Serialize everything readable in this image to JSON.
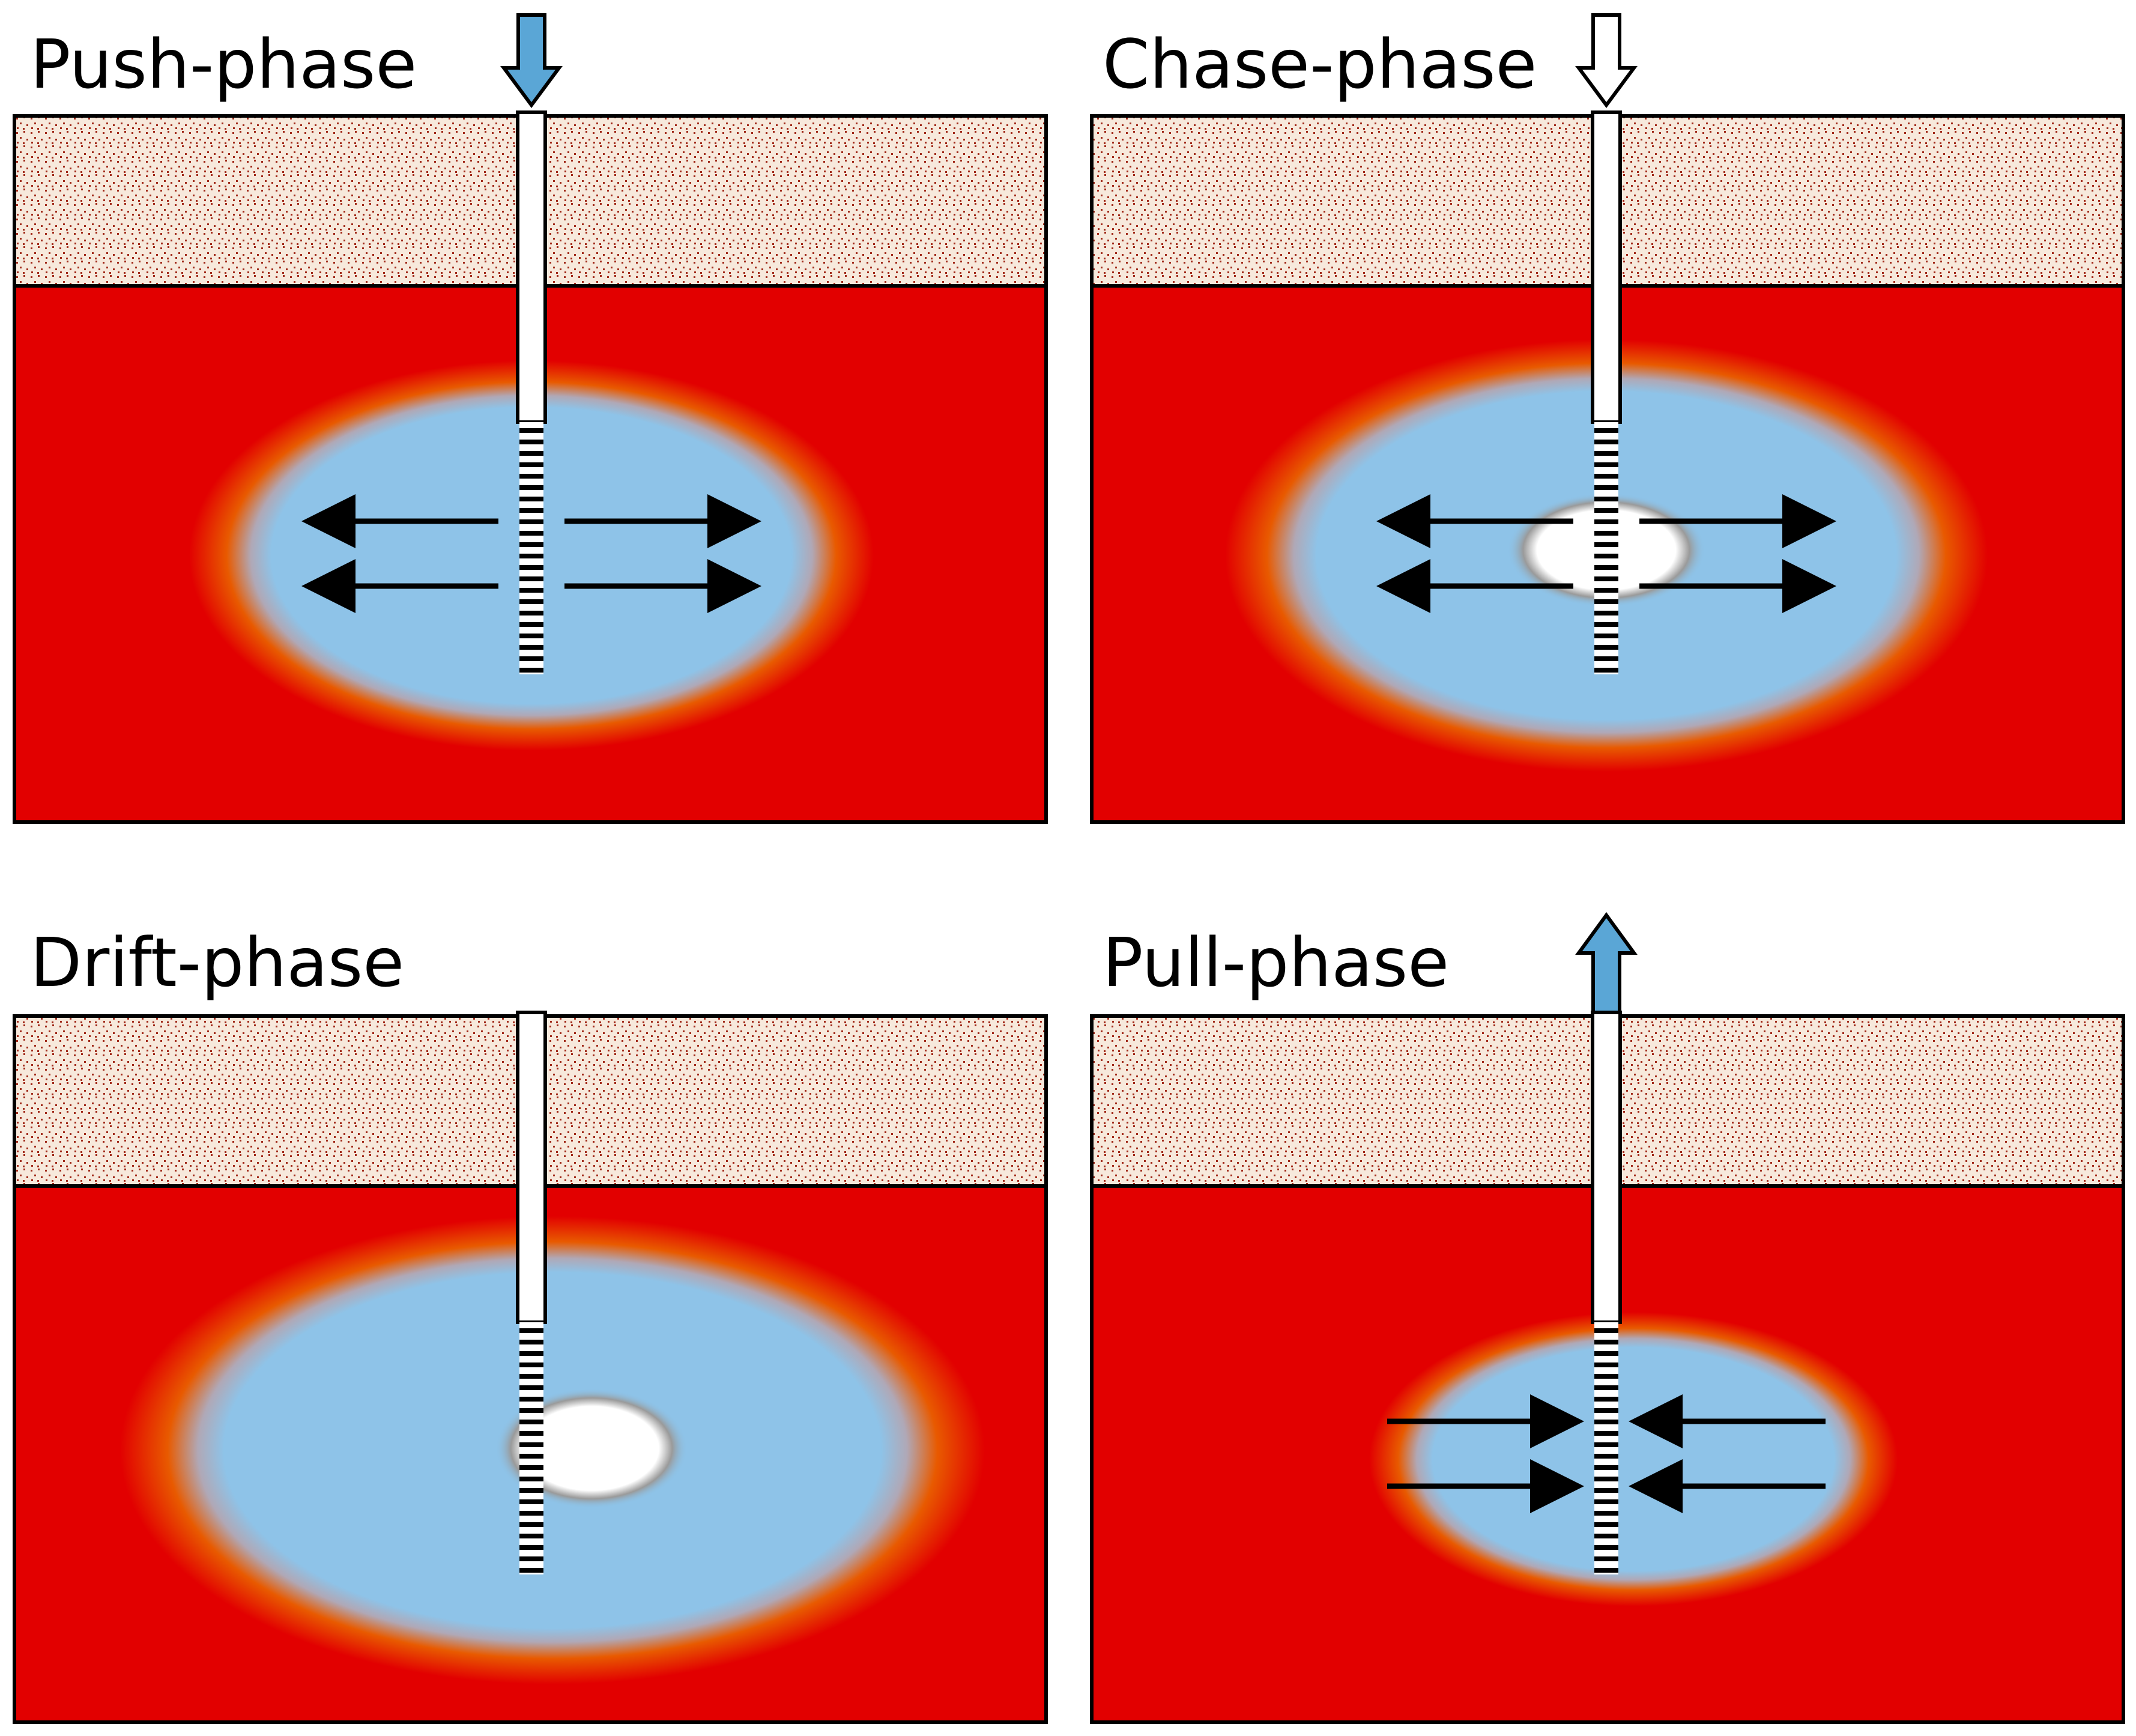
{
  "colors": {
    "background": "#ffffff",
    "surface_soil": "#f7e9dc",
    "soil_dots": "#a12a1a",
    "aquifer": "#e20000",
    "injected_water": "#8ec3e8",
    "transition": "#e85a00",
    "chase_water": "#ffffff",
    "outline": "#000000",
    "inject_arrow_fill": "#5aa6d6"
  },
  "panels": [
    {
      "id": "push",
      "title": "Push-phase",
      "surface_arrow": "down-arrow-icon",
      "surface_arrow_fill": "blue",
      "flow_arrows": "outward",
      "plume_size": "medium",
      "chase_zone": "none"
    },
    {
      "id": "chase",
      "title": "Chase-phase",
      "surface_arrow": "down-arrow-icon",
      "surface_arrow_fill": "white",
      "flow_arrows": "outward",
      "plume_size": "large",
      "chase_zone": "centered"
    },
    {
      "id": "drift",
      "title": "Drift-phase",
      "surface_arrow": "none",
      "surface_arrow_fill": "none",
      "flow_arrows": "none",
      "plume_size": "large-drifted",
      "chase_zone": "drifted"
    },
    {
      "id": "pull",
      "title": "Pull-phase",
      "surface_arrow": "up-arrow-icon",
      "surface_arrow_fill": "blue",
      "flow_arrows": "inward",
      "plume_size": "small",
      "chase_zone": "none"
    }
  ]
}
